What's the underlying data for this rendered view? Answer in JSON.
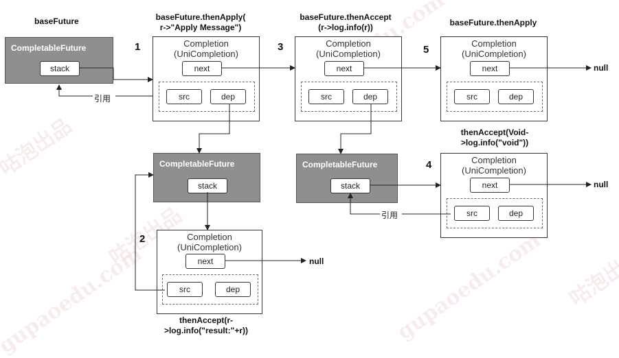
{
  "labels": {
    "base_future": "baseFuture",
    "then_apply_1_line1": "baseFuture.thenApply(",
    "then_apply_1_line2": "r->\"Apply Message\")",
    "then_accept_3_line1": "baseFuture.thenAccept",
    "then_accept_3_line2": "(r->log.info(r))",
    "then_apply_5": "baseFuture.thenApply",
    "then_accept_4_line1": "thenAccept(Void-",
    "then_accept_4_line2": ">log.info(\"void\"))",
    "then_accept_2_line1": "thenAccept(r-",
    "then_accept_2_line2": ">log.info(\"result:\"+r))"
  },
  "steps": {
    "s1": "1",
    "s2": "2",
    "s3": "3",
    "s4": "4",
    "s5": "5"
  },
  "future_box": {
    "title": "CompletableFuture",
    "stack": "stack"
  },
  "completion_box": {
    "title_line1": "Completion",
    "title_line2": "(UniCompletion)",
    "next": "next",
    "src": "src",
    "dep": "dep"
  },
  "null_label": "null",
  "ref_label": "引用",
  "watermarks": [
    "咕泡出品",
    "gupaoedu.com",
    "咕泡出品",
    "gupaoedu.com",
    "咕泡出品",
    "gupaoedu.com"
  ],
  "colors": {
    "future_fill": "#8f8f8f",
    "future_title": "#ffffff",
    "line": "#222222"
  }
}
